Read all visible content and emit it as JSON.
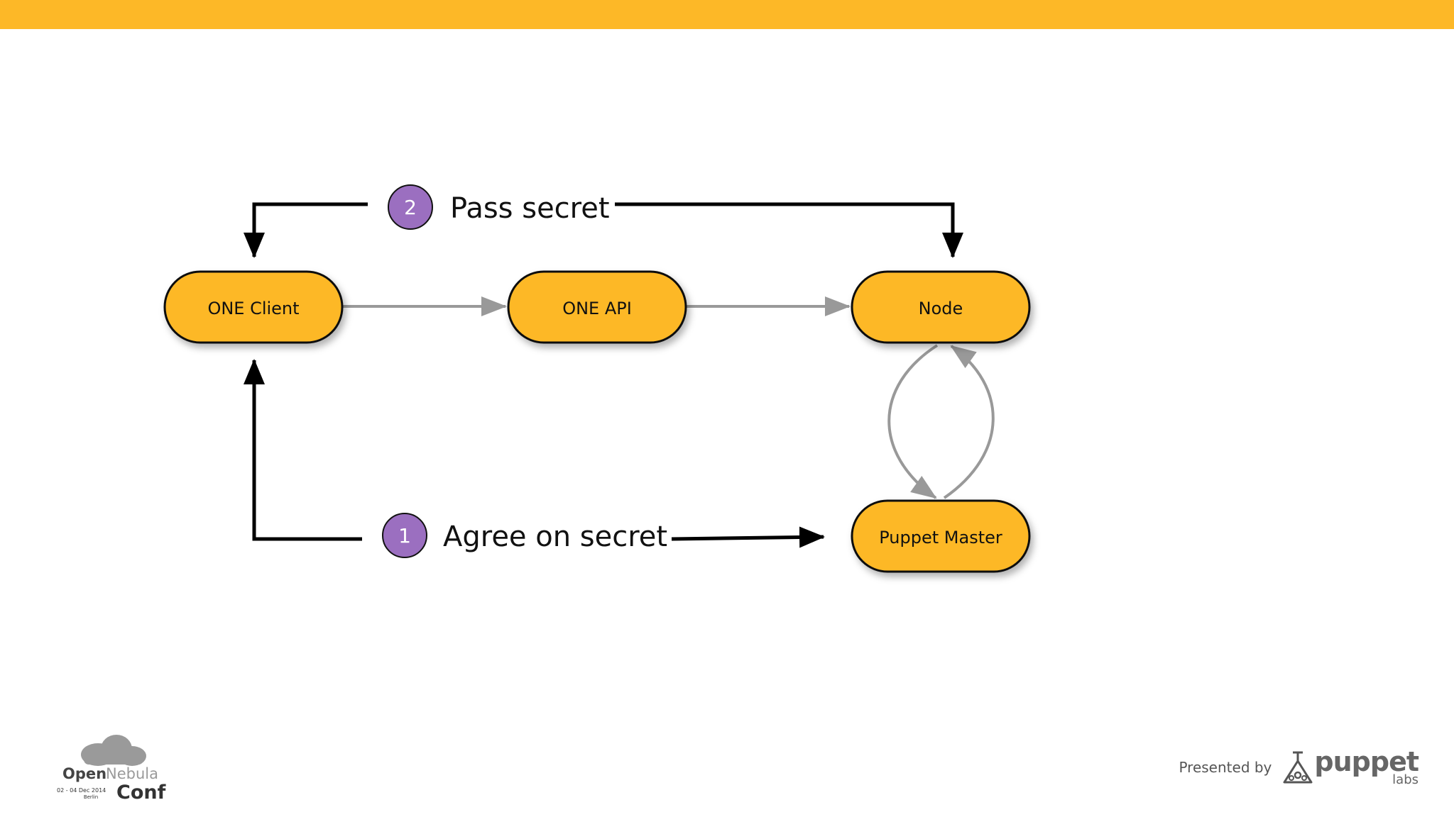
{
  "nodes": {
    "one_client": "ONE Client",
    "one_api": "ONE API",
    "node": "Node",
    "puppet_master": "Puppet Master"
  },
  "steps": [
    {
      "number": "2",
      "label": "Pass secret"
    },
    {
      "number": "1",
      "label": "Agree on secret"
    }
  ],
  "footer": {
    "conf_logo": {
      "open": "Open",
      "nebula": "Nebula",
      "conf": "Conf",
      "dates": "02 - 04 Dec 2014",
      "city": "Berlin"
    },
    "presented_by": "Presented by",
    "brand": "puppet",
    "brand_sub": "labs"
  },
  "colors": {
    "top_bar": "#fdb827",
    "node_fill": "#fdb827",
    "step_badge": "#9b6fc0",
    "gray_arrow": "#999999",
    "black_arrow": "#000000"
  }
}
